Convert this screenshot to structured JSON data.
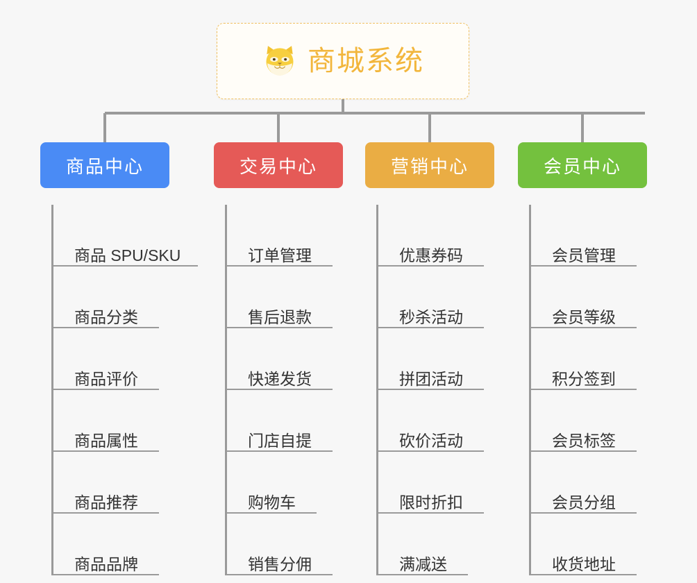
{
  "root": {
    "title": "商城系统",
    "icon": "shiba-dog-icon",
    "border_color": "#f0c060",
    "text_color": "#f2b63c",
    "background": "#fffdf8"
  },
  "canvas": {
    "background": "#f7f7f7",
    "connector_color": "#9a9a9a"
  },
  "columns": [
    {
      "title": "商品中心",
      "color": "#4a8bf5",
      "items": [
        {
          "label": "商品 SPU/SKU",
          "underline_width": 208
        },
        {
          "label": "商品分类",
          "underline_width": 152
        },
        {
          "label": "商品评价",
          "underline_width": 152
        },
        {
          "label": "商品属性",
          "underline_width": 152
        },
        {
          "label": "商品推荐",
          "underline_width": 152
        },
        {
          "label": "商品品牌",
          "underline_width": 152
        }
      ]
    },
    {
      "title": "交易中心",
      "color": "#e55a57",
      "items": [
        {
          "label": "订单管理",
          "underline_width": 152
        },
        {
          "label": "售后退款",
          "underline_width": 152
        },
        {
          "label": "快递发货",
          "underline_width": 152
        },
        {
          "label": "门店自提",
          "underline_width": 152
        },
        {
          "label": "购物车",
          "underline_width": 129
        },
        {
          "label": "销售分佣",
          "underline_width": 152
        }
      ]
    },
    {
      "title": "营销中心",
      "color": "#eaad44",
      "items": [
        {
          "label": "优惠券码",
          "underline_width": 152
        },
        {
          "label": "秒杀活动",
          "underline_width": 152
        },
        {
          "label": "拼团活动",
          "underline_width": 152
        },
        {
          "label": "砍价活动",
          "underline_width": 152
        },
        {
          "label": "限时折扣",
          "underline_width": 152
        },
        {
          "label": "满减送",
          "underline_width": 129
        }
      ]
    },
    {
      "title": "会员中心",
      "color": "#74c13e",
      "items": [
        {
          "label": "会员管理",
          "underline_width": 152
        },
        {
          "label": "会员等级",
          "underline_width": 152
        },
        {
          "label": "积分签到",
          "underline_width": 152
        },
        {
          "label": "会员标签",
          "underline_width": 152
        },
        {
          "label": "会员分组",
          "underline_width": 152
        },
        {
          "label": "收货地址",
          "underline_width": 152
        }
      ]
    }
  ]
}
